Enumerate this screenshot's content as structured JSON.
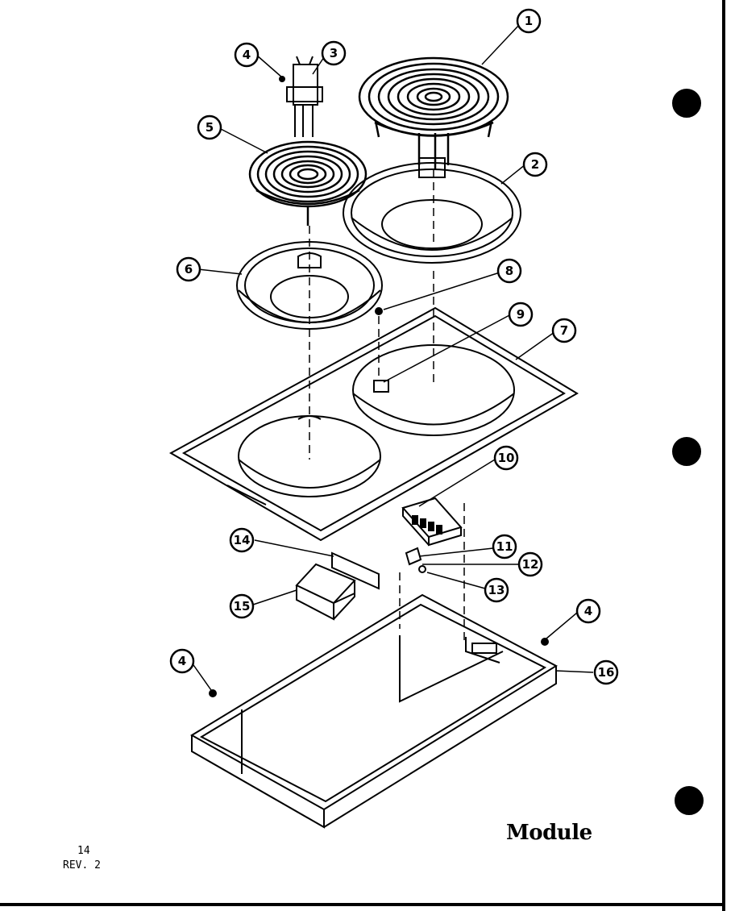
{
  "title": "Module",
  "page_number": "14",
  "revision": "REV. 2",
  "callouts": [
    "1",
    "2",
    "3",
    "4",
    "5",
    "6",
    "7",
    "8",
    "9",
    "10",
    "11",
    "12",
    "13",
    "14",
    "15",
    "16",
    "4",
    "4"
  ]
}
